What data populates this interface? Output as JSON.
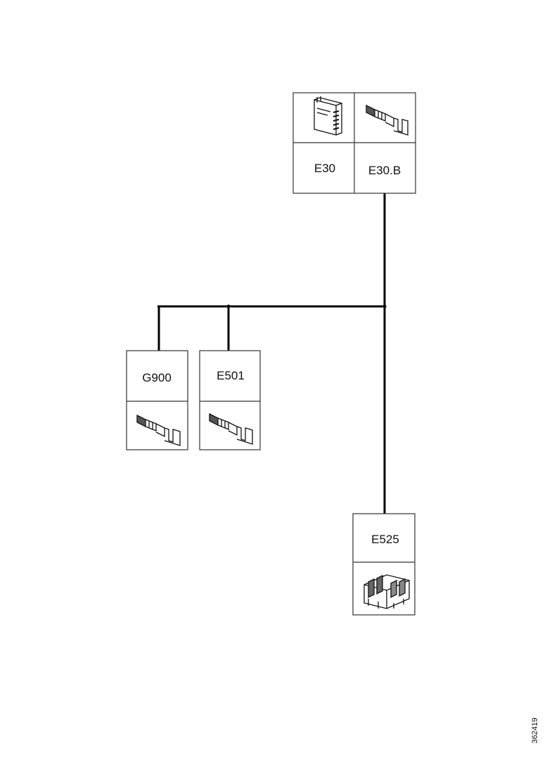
{
  "connectors": [
    {
      "id": "e30",
      "label": "E30",
      "icon": "relay-module-icon"
    },
    {
      "id": "e30b",
      "label": "E30.B",
      "icon": "terminal-pin-icon"
    },
    {
      "id": "g900",
      "label": "G900",
      "icon": "terminal-pin-icon"
    },
    {
      "id": "e501",
      "label": "E501",
      "icon": "terminal-pin-icon"
    },
    {
      "id": "e525",
      "label": "E525",
      "icon": "multi-pin-connector-icon"
    }
  ],
  "figure_code": "362419",
  "colors": {
    "line": "#000000",
    "box": "#333333"
  }
}
